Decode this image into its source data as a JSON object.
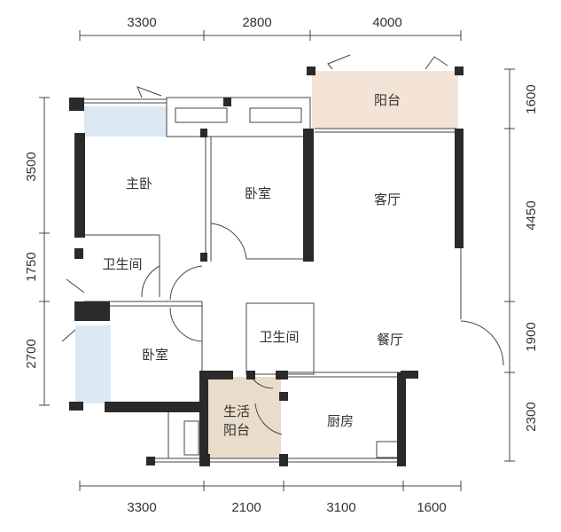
{
  "dimensions": {
    "top": [
      "3300",
      "2800",
      "4000"
    ],
    "bottom": [
      "3300",
      "2100",
      "3100",
      "1600"
    ],
    "left": [
      "3500",
      "1750",
      "2700"
    ],
    "right": [
      "1600",
      "4450",
      "1900",
      "2300"
    ]
  },
  "rooms": {
    "balcony": "阳台",
    "master_bedroom": "主卧",
    "bedroom_top": "卧室",
    "living_room": "客厅",
    "bathroom_left": "卫生间",
    "bedroom_bottom": "卧室",
    "bathroom_middle": "卫生间",
    "dining_room": "餐厅",
    "utility_balcony_line1": "生活",
    "utility_balcony_line2": "阳台",
    "kitchen": "厨房"
  },
  "colors": {
    "balcony": "#f3e4d7",
    "utility_balcony": "#e9dccb",
    "window": "#dce9f5",
    "wall": "#2a2a2a"
  }
}
